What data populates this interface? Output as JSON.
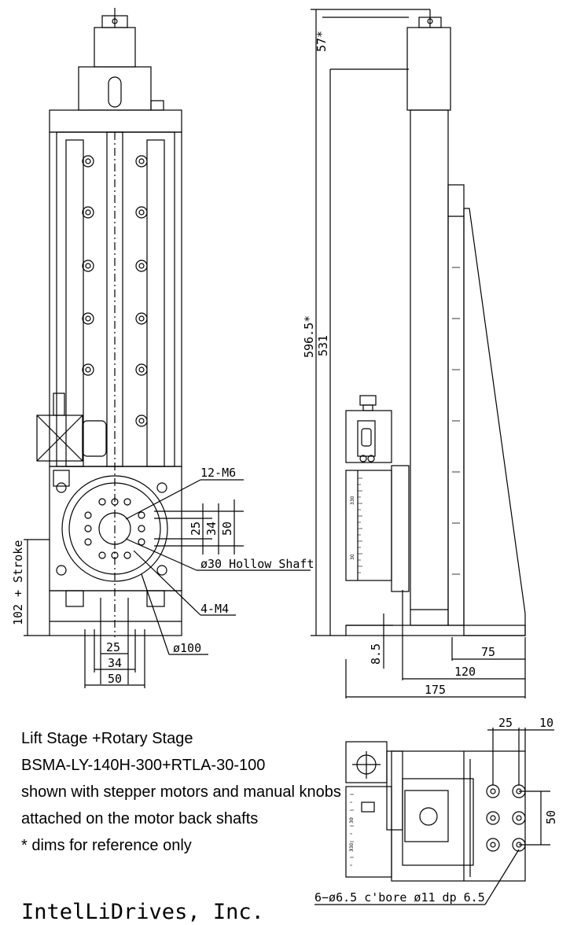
{
  "front_view": {
    "callout_holes": "12-M6",
    "callout_shaft": "ø30 Hollow Shaft",
    "callout_m4": "4-M4",
    "callout_dia": "ø100",
    "dim_25": "25",
    "dim_34": "34",
    "dim_50": "50",
    "dim_v_25": "25",
    "dim_v_34": "34",
    "dim_v_50": "50",
    "dim_stroke": "102 + Stroke"
  },
  "side_view": {
    "dim_top": "57*",
    "dim_total": "596.5*",
    "dim_531": "531",
    "dim_85": "8.5",
    "dim_75": "75",
    "dim_120": "120",
    "dim_175": "175",
    "scale_labels": [
      "330",
      "30"
    ]
  },
  "top_view": {
    "dim_25": "25",
    "dim_10": "10",
    "dim_50": "50",
    "callout_cbore": "6−ø6.5 c'bore ø11 dp 6.5",
    "scale_labels": [
      "30",
      "330"
    ]
  },
  "notes": {
    "line1": "Lift Stage +Rotary Stage",
    "line2": "BSMA-LY-140H-300+RTLA-30-100",
    "line3": "shown with stepper motors and manual knobs",
    "line4": "attached on the motor back shafts",
    "line5": "* dims for reference only"
  },
  "company": "IntelLiDrives, Inc."
}
